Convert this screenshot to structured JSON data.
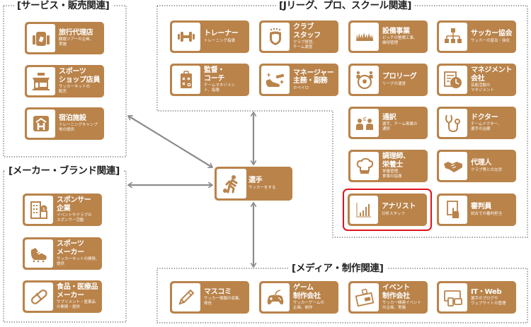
{
  "colors": {
    "card": "#b9834a",
    "highlight": "#e0121b",
    "arrow": "#8c8c8c",
    "frame": "#555555"
  },
  "sections": {
    "service": {
      "title": "[サービス・販売関連]"
    },
    "jleague": {
      "title": "[Jリーグ、プロ、スクール関連]"
    },
    "maker": {
      "title": "[メーカー・ブランド関連]"
    },
    "media": {
      "title": "[メディア・制作関連]"
    }
  },
  "center": {
    "title": "選手",
    "sub": "サッカーをする",
    "icon": "soccer-player-icon"
  },
  "cards": {
    "travel": {
      "title": "旅行代理店",
      "sub": "観戦ツアーの企画、\n実施",
      "icon": "suitcase-icon"
    },
    "shop": {
      "title": "スポーツ\nショップ店員",
      "sub": "サッカーキットの\n販売",
      "icon": "shop-icon"
    },
    "lodging": {
      "title": "宿泊施設",
      "sub": "トレーニングキャンプ\n地の提供",
      "icon": "hotel-icon"
    },
    "sponsor": {
      "title": "スポンサー\n企業",
      "sub": "イベントやクラブの\nスポンサー活動",
      "icon": "building-money-icon"
    },
    "sportsmaker": {
      "title": "スポーツ\nメーカー",
      "sub": "サッカーキットの開発、\n提供",
      "icon": "soccer-cleat-icon"
    },
    "food": {
      "title": "食品・医療品\nメーカー",
      "sub": "サプリメント・医薬品\nの開発・提供",
      "icon": "capsule-icon"
    },
    "trainer": {
      "title": "トレーナー",
      "sub": "トレーニング指導",
      "icon": "dumbbell-icon"
    },
    "clubstaff": {
      "title": "クラブ\nスタッフ",
      "sub": "クラブ経営、\nチーム運営",
      "icon": "club-crest-icon"
    },
    "facility": {
      "title": "設備事業",
      "sub": "ピッチの整備工事、\n維持管理",
      "icon": "grass-icon"
    },
    "association": {
      "title": "サッカー協会",
      "sub": "サッカーの普及・強化",
      "icon": "org-chart-icon"
    },
    "coach": {
      "title": "監督・\nコーチ",
      "sub": "チームマネジメン\nト、指導",
      "icon": "tactics-clipboard-icon"
    },
    "manager": {
      "title": "マネージャー\n主務・副務",
      "sub": "ホペイロ",
      "icon": "boot-brush-icon"
    },
    "proleague": {
      "title": "プロリーグ",
      "sub": "リーグの運営",
      "icon": "ball-people-icon"
    },
    "mgmt": {
      "title": "マネジメント\n会社",
      "sub": "芸能活動の\nマネジメント",
      "icon": "schedule-clock-icon"
    },
    "interpreter": {
      "title": "通訳",
      "sub": "選手、チーム専属の\n通訳",
      "icon": "interpreter-icon"
    },
    "doctor": {
      "title": "ドクター",
      "sub": "チームドクター、\n選手の治療",
      "icon": "stethoscope-icon"
    },
    "chef": {
      "title": "調理師、\n栄養士",
      "sub": "栄養管理、\n食事の指導",
      "icon": "chef-hat-icon"
    },
    "agent": {
      "title": "代理人",
      "sub": "クラブ等との交渉",
      "icon": "handshake-icon"
    },
    "analyst": {
      "title": "アナリスト",
      "sub": "分析スタッフ",
      "icon": "bar-chart-icon"
    },
    "referee": {
      "title": "審判員",
      "sub": "試合での審判担当",
      "icon": "referee-card-icon"
    },
    "press": {
      "title": "マスコミ",
      "sub": "サッカー情報の収集、\n発信",
      "icon": "pencil-icon"
    },
    "game": {
      "title": "ゲーム\n制作会社",
      "sub": "サッカーゲームの\n企画、制作",
      "icon": "gamepad-icon"
    },
    "event": {
      "title": "イベント\n制作会社",
      "sub": "サッカー関連イベント\nの企画、実施",
      "icon": "pass-ticket-icon"
    },
    "itweb": {
      "title": "IT・Web",
      "sub": "選手のブログや\nウェブサイトの管理",
      "icon": "devices-icon"
    }
  }
}
